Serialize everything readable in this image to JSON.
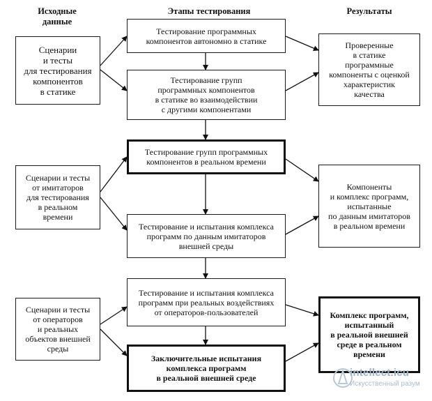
{
  "headers": {
    "inputs": "Исходные\nданные",
    "stages": "Этапы тестирования",
    "results": "Результаты"
  },
  "inputs": [
    "Сценарии\nи тесты\nдля тестирования\nкомпонентов\nв статике",
    "Сценарии и тесты\nот имитаторов\nдля тестирования\nв реальном\nвремени",
    "Сценарии и тесты\nот операторов\nи реальных\nобъектов внешней\nсреды"
  ],
  "stages": [
    "Тестирование программных\nкомпонентов автономно в статике",
    "Тестирование групп\nпрограммных компонентов\nв статике во взаимодействии\nс другими компонентами",
    "Тестирование групп программных\nкомпонентов в реальном времени",
    "Тестирование и испытания комплекса\nпрограмм по данным имитаторов\nвнешней среды",
    "Тестирование и испытания комплекса\nпрограмм при реальных воздействиях\nот операторов-пользователей",
    "Заключительные испытания\nкомплекса программ\nв реальной внешней среде"
  ],
  "results": [
    "Проверенные\nв статике\nпрограммные\nкомпоненты с оценкой\nхарактеристик\nкачества",
    "Компоненты\nи комплекс программ,\nиспытанные\nпо данным имитаторов\nв реальном времени",
    "Комплекс программ,\nиспытанный\nв реальной внешней\nсреде в реальном\nвремени"
  ],
  "watermark": {
    "name": "intellect.icu",
    "subtitle": "Искусственный разум"
  }
}
